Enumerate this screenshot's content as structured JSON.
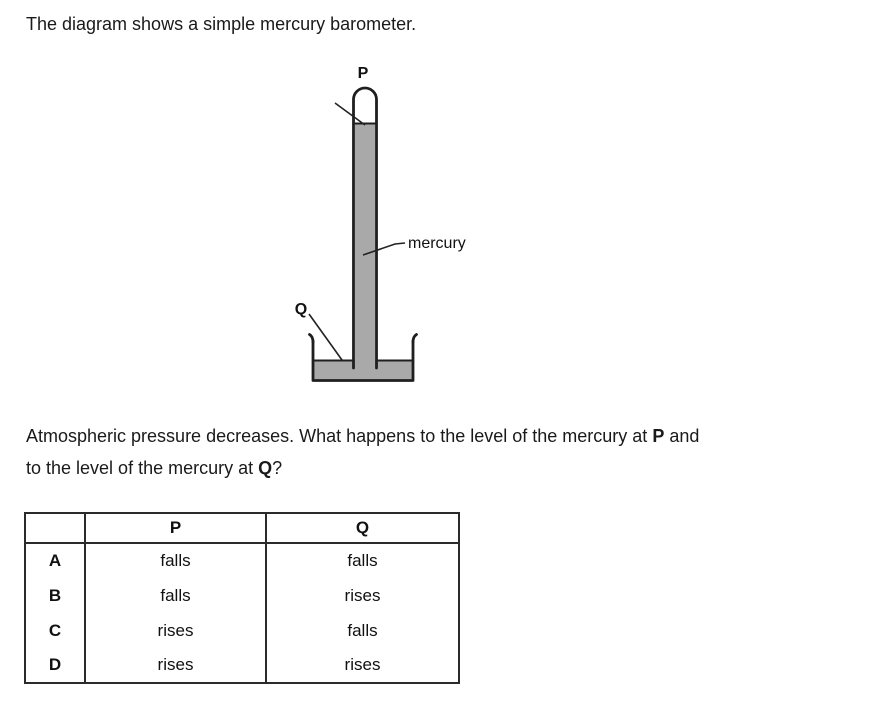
{
  "intro": {
    "text": "The diagram shows a simple mercury barometer."
  },
  "diagram": {
    "labels": {
      "p": "P",
      "q": "Q",
      "mercury": "mercury"
    },
    "colors": {
      "mercury_fill": "#a9a9a9",
      "outline": "#1f1f1f"
    }
  },
  "question": {
    "line1": {
      "pre": "Atmospheric pressure decreases. What happens to the level of the mercury at ",
      "bold": "P",
      "post": " and"
    },
    "line2": {
      "pre": "to the level of the mercury at ",
      "bold": "Q",
      "post": "?"
    }
  },
  "table": {
    "headers": {
      "blank": "",
      "p": "P",
      "q": "Q"
    },
    "rows": [
      {
        "option": "A",
        "p": "falls",
        "q": "falls"
      },
      {
        "option": "B",
        "p": "falls",
        "q": "rises"
      },
      {
        "option": "C",
        "p": "rises",
        "q": "falls"
      },
      {
        "option": "D",
        "p": "rises",
        "q": "rises"
      }
    ]
  }
}
